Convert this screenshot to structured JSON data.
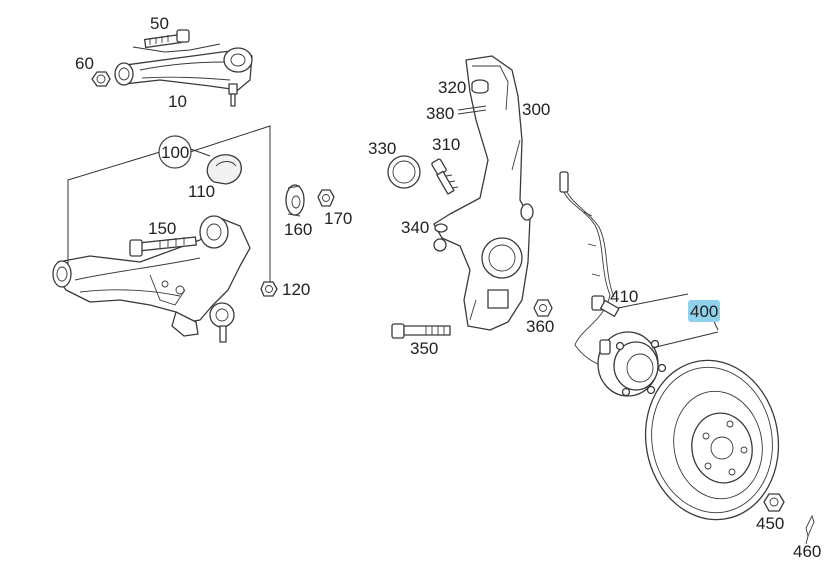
{
  "accent_color": "#8fd0ea",
  "highlighted_label": "400",
  "labels": {
    "l50": "50",
    "l60": "60",
    "l10": "10",
    "l100": "100",
    "l110": "110",
    "l150": "150",
    "l120": "120",
    "l160": "160",
    "l170": "170",
    "l320": "320",
    "l380": "380",
    "l300": "300",
    "l330": "330",
    "l310": "310",
    "l340": "340",
    "l360": "360",
    "l350": "350",
    "l410": "410",
    "l400": "400",
    "l450": "450",
    "l460": "460"
  }
}
